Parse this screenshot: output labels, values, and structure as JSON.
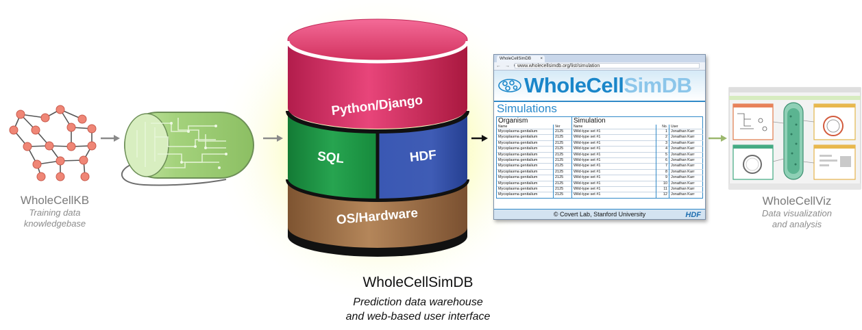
{
  "kb": {
    "name": "WholeCellKB",
    "sub1": "Training data",
    "sub2": "knowledgebase"
  },
  "stack": {
    "top": "Python/Django",
    "left": "SQL",
    "right": "HDF",
    "bottom": "OS/Hardware",
    "colors": {
      "top": "#d7376a",
      "left": "#1f9a46",
      "right": "#3250a6",
      "bottom": "#a5764c"
    }
  },
  "simdb": {
    "name": "WholeCellSimDB",
    "sub1": "Prediction data warehouse",
    "sub2": "and web-based user interface"
  },
  "browser": {
    "tab": "WholeCellSimDB",
    "tab_close": "×",
    "nav": "← → C",
    "url": "www.wholecellsimdb.org/list/simulation",
    "logo_a": "WholeCell",
    "logo_b": "SimDB",
    "section": "Simulations",
    "groups": [
      "Organism",
      "Simulation"
    ],
    "headers": [
      "Name",
      "Ver",
      "Name",
      "No.",
      "User"
    ],
    "rows": [
      [
        "Mycoplasma genitalium",
        "2125",
        "Wild-type set #1",
        "1",
        "Jonathan Karr"
      ],
      [
        "Mycoplasma genitalium",
        "2125",
        "Wild-type set #1",
        "2",
        "Jonathan Karr"
      ],
      [
        "Mycoplasma genitalium",
        "2125",
        "Wild-type set #1",
        "3",
        "Jonathan Karr"
      ],
      [
        "Mycoplasma genitalium",
        "2125",
        "Wild-type set #1",
        "4",
        "Jonathan Karr"
      ],
      [
        "Mycoplasma genitalium",
        "2125",
        "Wild-type set #1",
        "5",
        "Jonathan Karr"
      ],
      [
        "Mycoplasma genitalium",
        "2125",
        "Wild-type set #1",
        "6",
        "Jonathan Karr"
      ],
      [
        "Mycoplasma genitalium",
        "2125",
        "Wild-type set #1",
        "7",
        "Jonathan Karr"
      ],
      [
        "Mycoplasma genitalium",
        "2125",
        "Wild-type set #1",
        "8",
        "Jonathan Karr"
      ],
      [
        "Mycoplasma genitalium",
        "2125",
        "Wild-type set #1",
        "9",
        "Jonathan Karr"
      ],
      [
        "Mycoplasma genitalium",
        "2125",
        "Wild-type set #1",
        "10",
        "Jonathan Karr"
      ],
      [
        "Mycoplasma genitalium",
        "2125",
        "Wild-type set #1",
        "11",
        "Jonathan Karr"
      ],
      [
        "Mycoplasma genitalium",
        "2125",
        "Wild-type set #1",
        "12",
        "Jonathan Karr"
      ]
    ],
    "footer": "© Covert Lab, Stanford University",
    "hdf_logo": "HDF"
  },
  "viz": {
    "name": "WholeCellViz",
    "sub1": "Data visualization",
    "sub2": "and analysis"
  }
}
